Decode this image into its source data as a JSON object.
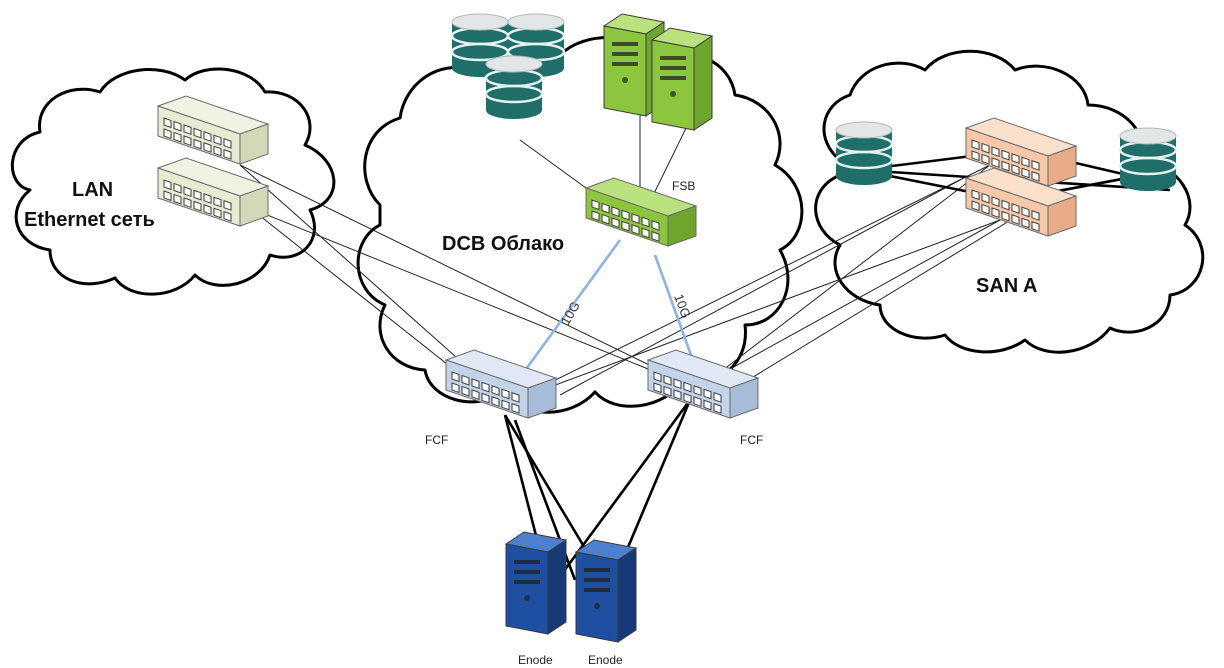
{
  "clouds": {
    "lan": {
      "line1": "LAN",
      "line2": "Ethernet сеть"
    },
    "dcb": {
      "label": "DCB Облако"
    },
    "san": {
      "label": "SAN A"
    }
  },
  "nodes": {
    "fsb": "FSB",
    "fcf_left": "FCF",
    "fcf_right": "FCF",
    "enode_left": "Enode",
    "enode_right": "Enode"
  },
  "links": {
    "left_uplink": "10G",
    "right_uplink": "10G"
  },
  "colors": {
    "lan_switch": "#e6ebd2",
    "fsb_switch": "#8cc63f",
    "fcf_switch": "#c3d3e8",
    "san_switch": "#f5c8aa",
    "storage": "#1f6e6a",
    "app_server": "#8cc63f",
    "enode_server": "#1f4fa0",
    "uplink": "#8fb3e0"
  }
}
